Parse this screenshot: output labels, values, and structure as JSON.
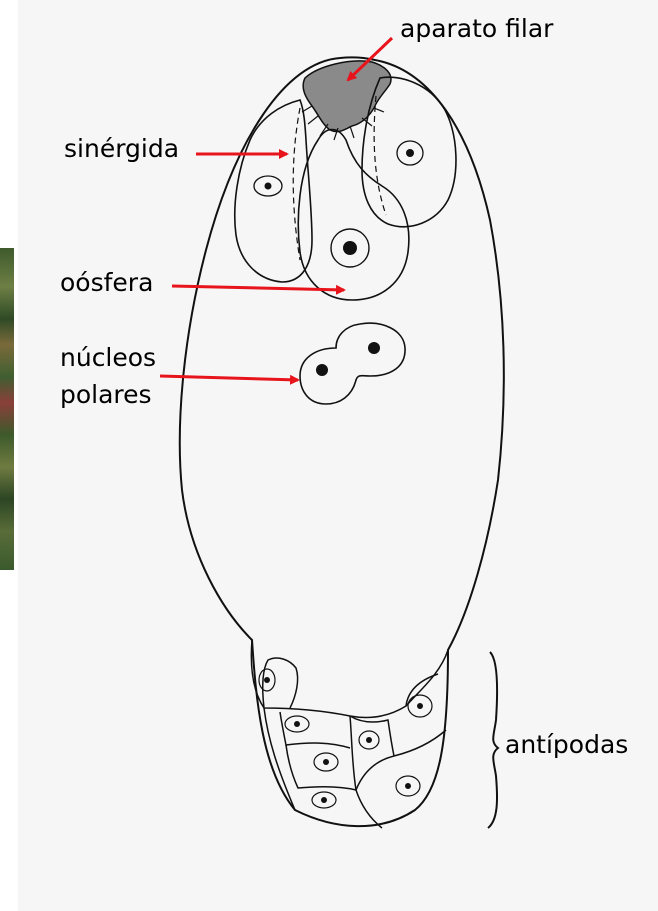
{
  "labels": {
    "filiform_apparatus": "aparato filar",
    "synergid": "sinérgida",
    "egg_cell": "oósfera",
    "polar_nuclei_line1": "núcleos",
    "polar_nuclei_line2": "polares",
    "antipodals": "antípodas"
  },
  "colors": {
    "arrow": "#e8141c",
    "outline": "#111111",
    "filiform_fill": "#8a8a8a",
    "panel_background": "#f6f6f6"
  }
}
